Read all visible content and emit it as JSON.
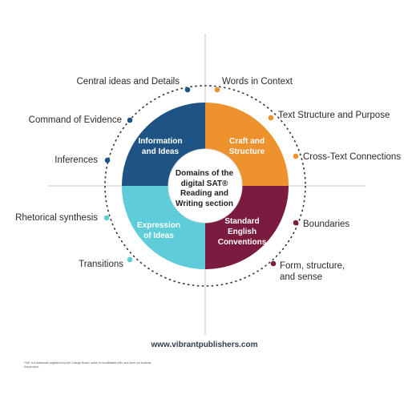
{
  "center": {
    "title": "Domains of the\ndigital SAT®\nReading and\nWriting section"
  },
  "quadrants": [
    {
      "label": "Information\nand Ideas",
      "color": "#1f5383"
    },
    {
      "label": "Craft and\nStructure",
      "color": "#ee922e"
    },
    {
      "label": "Standard\nEnglish\nConventions",
      "color": "#7b1b3f"
    },
    {
      "label": "Expression\nof Ideas",
      "color": "#5fcdd9"
    }
  ],
  "skills": {
    "information_and_ideas": [
      "Central ideas and Details",
      "Command of Evidence",
      "Inferences"
    ],
    "craft_and_structure": [
      "Words in Context",
      "Text Structure and Purpose",
      "Cross-Text Connections"
    ],
    "standard_english_conventions": [
      "Boundaries",
      "Form, structure,\nand sense"
    ],
    "expression_of_ideas": [
      "Rhetorical synthesis",
      "Transitions"
    ]
  },
  "footer": {
    "url": "www.vibrantpublishers.com",
    "disclaimer": "*SAT is a trademark registered by the College Board, which is not affiliated with, and does not endorse, this product."
  },
  "colors": {
    "axis": "#c6c6c6",
    "ring": "#333333",
    "info": "#1f5383",
    "craft": "#ee922e",
    "conventions": "#7b1b3f",
    "expression": "#5fcdd9"
  }
}
